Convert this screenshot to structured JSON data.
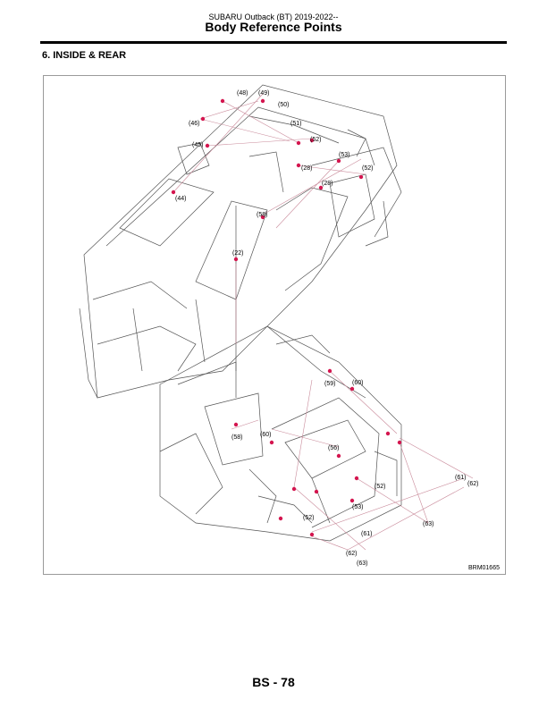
{
  "header": {
    "subtitle": "SUBARU Outback (BT) 2019-2022--",
    "title": "Body Reference Points"
  },
  "section": {
    "title": "6.  INSIDE & REAR"
  },
  "figure": {
    "ref_code": "BRM01665",
    "callouts": [
      "(48)",
      "(49)",
      "(50)",
      "(46)",
      "(51)",
      "(45)",
      "(52)",
      "(53)",
      "(28)",
      "(52)",
      "(28)",
      "(44)",
      "(58)",
      "(22)",
      "(59)",
      "(60)",
      "(58)",
      "(60)",
      "(56)",
      "(61)",
      "(62)",
      "(52)",
      "(53)",
      "(63)",
      "(52)",
      "(61)",
      "(62)",
      "(63)"
    ],
    "marker_color": "#d4154f",
    "line_color": "#c98a9a"
  },
  "footer": {
    "page_number": "BS - 78"
  }
}
